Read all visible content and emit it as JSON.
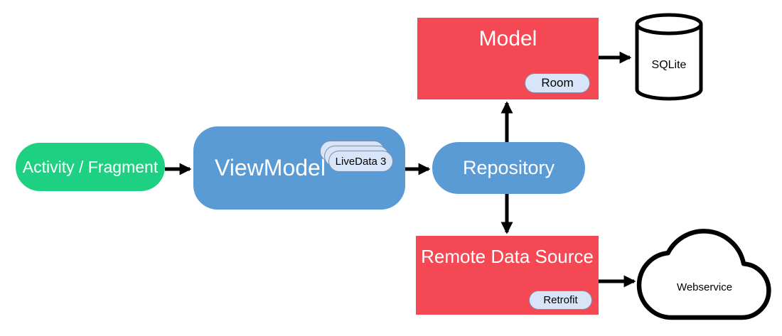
{
  "nodes": {
    "activity_fragment": {
      "label": "Activity / Fragment",
      "fill": "#1ed082",
      "shape": "pill"
    },
    "viewmodel": {
      "label": "ViewModel",
      "fill": "#5b9bd5",
      "shape": "rounded-rect",
      "badge": {
        "label": "LiveData 3",
        "fill": "#d8e5f8",
        "style": "stacked-pills"
      }
    },
    "repository": {
      "label": "Repository",
      "fill": "#5b9bd5",
      "shape": "pill"
    },
    "model": {
      "label": "Model",
      "fill": "#f54855",
      "shape": "rect",
      "badge": {
        "label": "Room",
        "fill": "#d8e5f8"
      }
    },
    "remote_data_source": {
      "label": "Remote Data Source",
      "fill": "#f54855",
      "shape": "rect",
      "badge": {
        "label": "Retrofit",
        "fill": "#d8e5f8"
      }
    },
    "sqlite": {
      "label": "SQLite",
      "shape": "database-cylinder",
      "fill": "#ffffff",
      "stroke": "#000000"
    },
    "webservice": {
      "label": "Webservice",
      "shape": "cloud",
      "fill": "#ffffff",
      "stroke": "#000000"
    }
  },
  "edges": [
    {
      "from": "activity_fragment",
      "to": "viewmodel",
      "direction": "right"
    },
    {
      "from": "viewmodel",
      "to": "repository",
      "direction": "right"
    },
    {
      "from": "repository",
      "to": "model",
      "direction": "up"
    },
    {
      "from": "repository",
      "to": "remote_data_source",
      "direction": "down"
    },
    {
      "from": "model",
      "to": "sqlite",
      "direction": "right"
    },
    {
      "from": "remote_data_source",
      "to": "webservice",
      "direction": "right"
    }
  ],
  "colors": {
    "arrow": "#000000",
    "node_text": "#ffffff",
    "badge_text": "#000000",
    "badge_border": "#7e8ea9",
    "background": "#ffffff"
  }
}
